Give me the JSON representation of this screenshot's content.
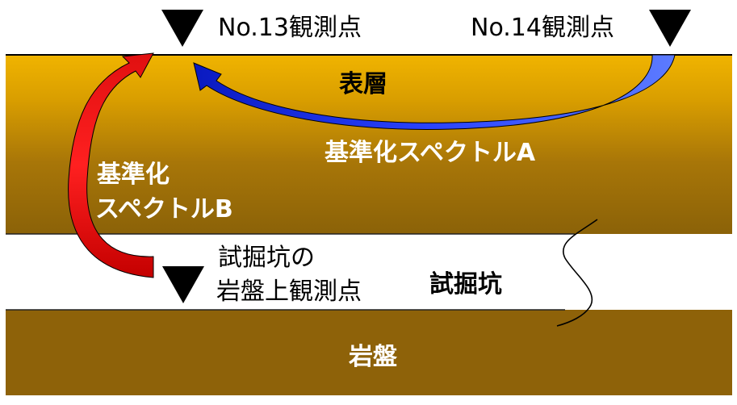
{
  "labels": {
    "station13": "No.13観測点",
    "station14": "No.14観測点",
    "surface_layer": "表層",
    "spectrum_a": "基準化スペクトルA",
    "spectrum_b_line1": "基準化",
    "spectrum_b_line2": "スペクトルB",
    "pit_station_line1": "試掘坑の",
    "pit_station_line2": "岩盤上観測点",
    "pit": "試掘坑",
    "bedrock": "岩盤"
  },
  "colors": {
    "surface_gold": "#f0b400",
    "surface_brown": "#8b6208",
    "bedrock_brown": "#8e6209",
    "arrow_blue": "#1a2de0",
    "arrow_red": "#e01616",
    "marker": "#000000"
  }
}
